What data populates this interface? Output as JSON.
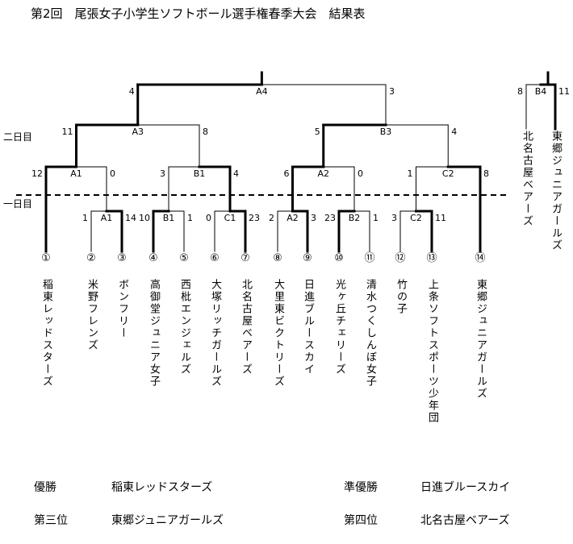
{
  "title": "第2回　尾張女子小学生ソフトボール選手権春季大会　結果表",
  "day_labels": {
    "day2": "二日目",
    "day1": "一日目"
  },
  "entries": [
    {
      "num": "①",
      "team": "稲東レッドスターズ"
    },
    {
      "num": "②",
      "team": "米野フレンズ"
    },
    {
      "num": "③",
      "team": "ボンフリー"
    },
    {
      "num": "④",
      "team": "高御堂ジュニア女子"
    },
    {
      "num": "⑤",
      "team": "西枇エンジェルズ"
    },
    {
      "num": "⑥",
      "team": "大塚リッチガールズ"
    },
    {
      "num": "⑦",
      "team": "北名古屋ベアーズ"
    },
    {
      "num": "⑧",
      "team": "大里東ビクトリーズ"
    },
    {
      "num": "⑨",
      "team": "日進ブルースカイ"
    },
    {
      "num": "⑩",
      "team": "光ヶ丘チェリーズ"
    },
    {
      "num": "⑪",
      "team": "清水つくしんぼ女子"
    },
    {
      "num": "⑫",
      "team": "竹の子"
    },
    {
      "num": "⑬",
      "team": "上条ソフトスポーツ少年団"
    },
    {
      "num": "⑭",
      "team": "東郷ジュニアガールズ"
    }
  ],
  "matches": [
    {
      "id": "A1",
      "round": "day1",
      "score_left": "1",
      "score_right": "14"
    },
    {
      "id": "B1",
      "round": "day1",
      "score_left": "10",
      "score_right": "1"
    },
    {
      "id": "C1",
      "round": "day1",
      "score_left": "0",
      "score_right": "23"
    },
    {
      "id": "A2",
      "round": "day1",
      "score_left": "2",
      "score_right": "3"
    },
    {
      "id": "B2",
      "round": "day1",
      "score_left": "23",
      "score_right": "1"
    },
    {
      "id": "C2",
      "round": "day1",
      "score_left": "3",
      "score_right": "11"
    },
    {
      "id": "A1",
      "round": "day2",
      "score_left": "12",
      "score_right": "0"
    },
    {
      "id": "B1",
      "round": "day2",
      "score_left": "3",
      "score_right": "4"
    },
    {
      "id": "A2",
      "round": "day2",
      "score_left": "6",
      "score_right": "0"
    },
    {
      "id": "C2",
      "round": "day2",
      "score_left": "1",
      "score_right": "8"
    },
    {
      "id": "A3",
      "round": "day2",
      "score_left": "11",
      "score_right": "8"
    },
    {
      "id": "B3",
      "round": "day2",
      "score_left": "5",
      "score_right": "4"
    },
    {
      "id": "A4",
      "round": "final",
      "score_left": "4",
      "score_right": "3"
    }
  ],
  "third_place": {
    "id": "B4",
    "score_left": "8",
    "score_right": "11",
    "team_left": "北名古屋ベアーズ",
    "team_right": "東郷ジュニアガールズ"
  },
  "results": [
    {
      "label": "優勝",
      "team": "稲東レッドスターズ"
    },
    {
      "label": "準優勝",
      "team": "日進ブルースカイ"
    },
    {
      "label": "第三位",
      "team": "東郷ジュニアガールズ"
    },
    {
      "label": "第四位",
      "team": "北名古屋ベアーズ"
    }
  ]
}
